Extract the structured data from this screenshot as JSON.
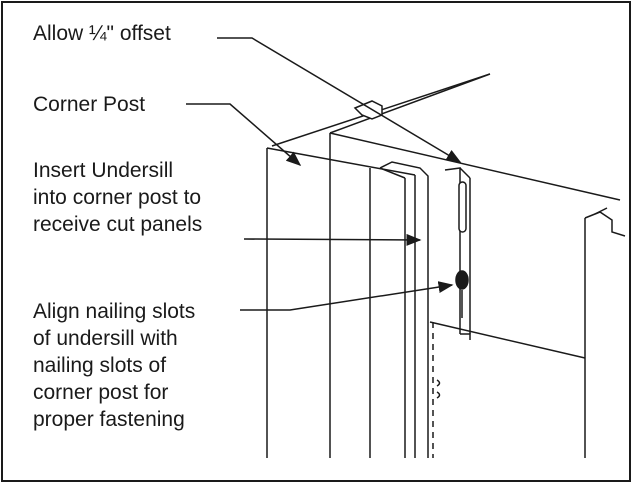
{
  "callouts": {
    "offset": "Allow ¼\" offset",
    "corner_post": "Corner Post",
    "undersill": "Insert Undersill\ninto corner post to\nreceive cut panels",
    "align": "Align nailing slots\nof undersill with\nnailing slots of\ncorner post for\nproper fastening"
  },
  "colors": {
    "line": "#1a1a1a",
    "background": "#ffffff"
  }
}
